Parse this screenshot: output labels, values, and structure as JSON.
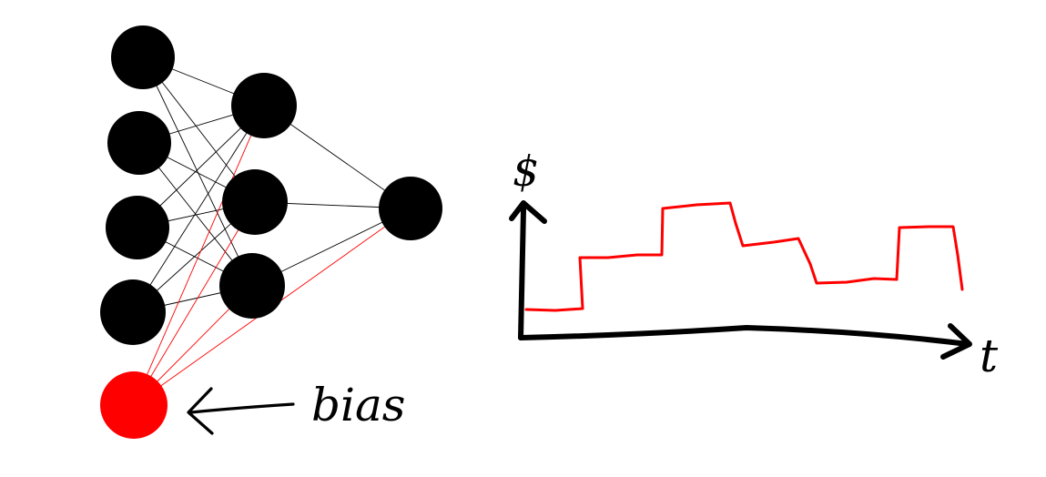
{
  "network": {
    "input_layer_count": 4,
    "hidden_layer_count": 3,
    "output_layer_count": 1,
    "bias_label": "bias",
    "colors": {
      "neuron": "#000000",
      "bias": "#ff0000",
      "connection": "#000000",
      "bias_connection": "#ff0000",
      "arrow": "#000000"
    }
  },
  "step_chart": {
    "y_axis_symbol": "$",
    "x_axis_symbol": "t",
    "colors": {
      "axes": "#000000",
      "line": "#ff0000"
    }
  }
}
